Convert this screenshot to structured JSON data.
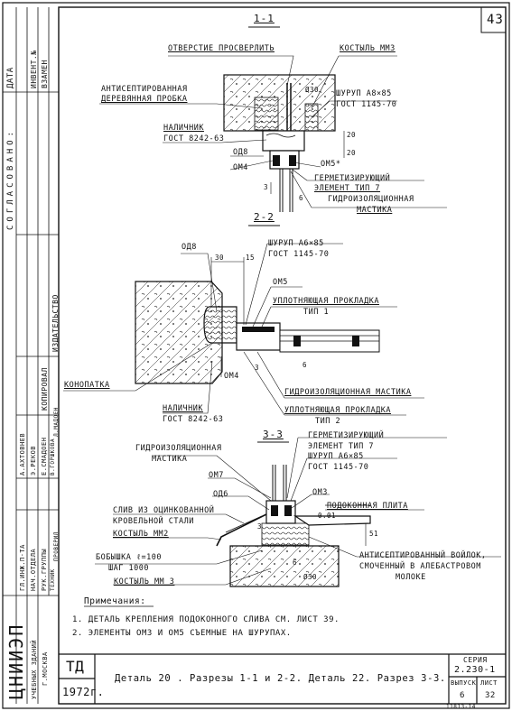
{
  "page_number": "43",
  "sections": {
    "s1": "1-1",
    "s2": "2-2",
    "s3": "3-3"
  },
  "labels_1_1": {
    "check_hole": "ОТВЕРСТИЕ ПРОСВЕРЛИТЬ",
    "crutch": "КОСТЫЛЬ ММ3",
    "antiseptic_plug_1": "АНТИСЕПТИРОВАННАЯ",
    "antiseptic_plug_2": "ДЕРЕВЯННАЯ ПРОБКА",
    "dia30": "Ø30",
    "screw": "ШУРУП А8×85",
    "screw_gost": "ГОСТ 1145-70",
    "casing": "НАЛИЧНИК",
    "casing_gost": "ГОСТ 8242-63",
    "od8": "ОД8",
    "om4": "ОМ4",
    "om5": "ОМ5*",
    "dim20": "20",
    "dim20b": "20",
    "dim3": "3",
    "dim6": "6",
    "sealing_1": "ГЕРМЕТИЗИРУЮЩИЙ",
    "sealing_2": "ЭЛЕМЕНТ ТИП 7",
    "hydro_1": "ГИДРОИЗОЛЯЦИОННАЯ",
    "hydro_2": "МАСТИКА"
  },
  "labels_2_2": {
    "od8": "ОД8",
    "dim30": "30",
    "dim15": "15",
    "screw": "ШУРУП А6×85",
    "screw_gost": "ГОСТ 1145-70",
    "om5": "ОМ5",
    "gasket1_1": "УПЛОТНЯЮЩАЯ ПРОКЛАДКА",
    "gasket1_2": "ТИП 1",
    "caulk": "КОНОПАТКА",
    "om4": "ОМ4",
    "dim3": "3",
    "dim6": "6",
    "hydro": "ГИДРОИЗОЛЯЦИОННАЯ МАСТИКА",
    "casing": "НАЛИЧНИК",
    "casing_gost": "ГОСТ 8242-63",
    "gasket2_1": "УПЛОТНЯЮЩАЯ ПРОКЛАДКА",
    "gasket2_2": "ТИП 2"
  },
  "labels_3_3": {
    "hydro_1": "ГИДРОИЗОЛЯЦИОННАЯ",
    "hydro_2": "МАСТИКА",
    "sealing_1": "ГЕРМЕТИЗИРУЮЩИЙ",
    "sealing_2": "ЭЛЕМЕНТ ТИП 7",
    "screw": "ШУРУП А6×85",
    "screw_gost": "ГОСТ 1145-70",
    "om7": "ОМ7",
    "od6": "ОД6",
    "om3": "ОМ3",
    "sill_board": "ПОДОКОННАЯ ПЛИТА",
    "drip_1": "СЛИВ ИЗ ОЦИНКОВАННОЙ",
    "drip_2": "КРОВЕЛЬНОЙ СТАЛИ",
    "crutch2": "КОСТЫЛЬ ММ2",
    "d001": "0.01",
    "dim3": "3",
    "dim51": "51",
    "dim6": "6",
    "bobyshka_1": "БОБЫШКА ℓ=100",
    "bobyshka_2": "ШАГ 1000",
    "crutch3": "КОСТЫЛЬ ММ 3",
    "dia30": "Ø30",
    "felt_1": "АНТИСЕПТИРОВАННЫЙ ВОЙЛОК,",
    "felt_2": "СМОЧЕННЫЙ В АЛЕБАСТРОВОМ",
    "felt_3": "МОЛОКЕ"
  },
  "notes": {
    "title": "Примечания:",
    "n1": "1. ДЕТАЛЬ КРЕПЛЕНИЯ ПОДОКОННОГО СЛИВА СМ. ЛИСТ 39.",
    "n2": "2. ЭЛЕМЕНТЫ ОМ3 И ОМ5 СЪЕМНЫЕ НА ШУРУПАХ."
  },
  "left_strip": {
    "date": "ДАТА",
    "inv": "ИНВЕНТ.№",
    "replaced": "ВЗАМЕН",
    "agreed": "СОГЛАСОВАНО:",
    "drawn": "КОПИРОВАЛ",
    "drawn_name": "ИЗДАТЕЛЬСТВО",
    "nach": "НАЧ.ОТДЕЛА",
    "gip": "ГЛ.ИНЖ.П-ТА",
    "ruk": "РУК.ГРУППЫ",
    "tech": "ТЕХНИК",
    "check": "ПРОВЕРИЛ",
    "n1": "А.АХТОВНЕВ",
    "n2": "Э.РЕКОВ",
    "n3": "Е.СМАДОЕН",
    "n4": "В.ГОРШКОВА",
    "n5": "Л.МАДОЕН",
    "org": "ЦНИИЭП",
    "org2": "УЧЕБНЫХ ЗДАНИЙ",
    "org3": "Г.МОСКВА"
  },
  "title_block": {
    "td": "ТД",
    "year": "1972г.",
    "title": "Деталь 20 . Разрезы 1-1 и 2-2. Деталь 22. Разрез 3-3.",
    "series_label": "СЕРИЯ",
    "series": "2.230-1",
    "issue_label": "ВЫПУСК",
    "issue": "6",
    "sheet_label": "ЛИСТ",
    "sheet": "32"
  },
  "bottom_stamp": "11813-14"
}
